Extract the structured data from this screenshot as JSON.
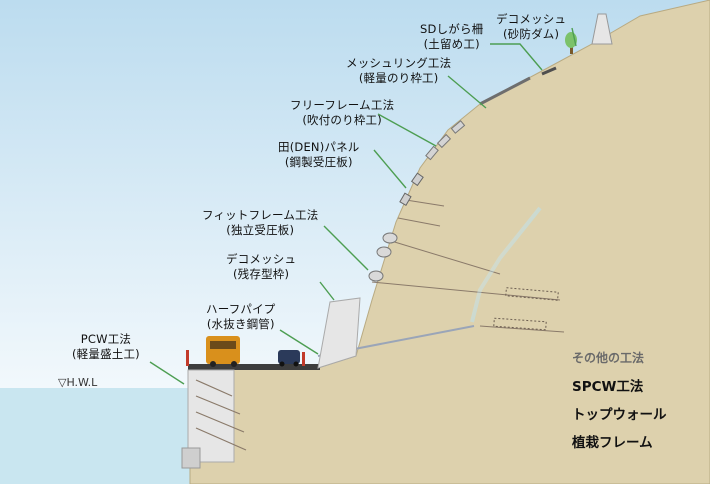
{
  "labels": {
    "deco_sabo": {
      "line1": "デコメッシュ",
      "line2": "(砂防ダム)"
    },
    "sd_fence": {
      "line1": "SDしがら柵",
      "line2": "(土留め工)"
    },
    "mesh_ring": {
      "line1": "メッシュリング工法",
      "line2": "(軽量のり枠工)"
    },
    "free_frame": {
      "line1": "フリーフレーム工法",
      "line2": "(吹付のり枠工)"
    },
    "den_panel": {
      "line1": "田(DEN)パネル",
      "line2": "(鋼製受圧板)"
    },
    "fit_frame": {
      "line1": "フィットフレーム工法",
      "line2": "(独立受圧板)"
    },
    "deco_form": {
      "line1": "デコメッシュ",
      "line2": "(残存型枠)"
    },
    "half_pipe": {
      "line1": "ハーフパイプ",
      "line2": "(水抜き鋼管)"
    },
    "pcw": {
      "line1": "PCW工法",
      "line2": "(軽量盛土工)"
    }
  },
  "hwl": "▽H.W.L",
  "other_methods": {
    "heading": "その他の工法",
    "items": [
      "SPCW工法",
      "トップウォール",
      "植栽フレーム"
    ]
  },
  "colors": {
    "sky_top": "#bcdcef",
    "sky_bottom": "#ffffff",
    "soil": "#ddd1ad",
    "soil_edge": "#b8aa82",
    "water": "#c9e6f0",
    "leader": "#4d9e52",
    "arrow": "#2f8a3c",
    "structure": "#e6e6e6",
    "anchor": "#8a7a6a",
    "spring": "#6fc6ee",
    "bus": "#d9901c",
    "car": "#2b3a5a"
  }
}
